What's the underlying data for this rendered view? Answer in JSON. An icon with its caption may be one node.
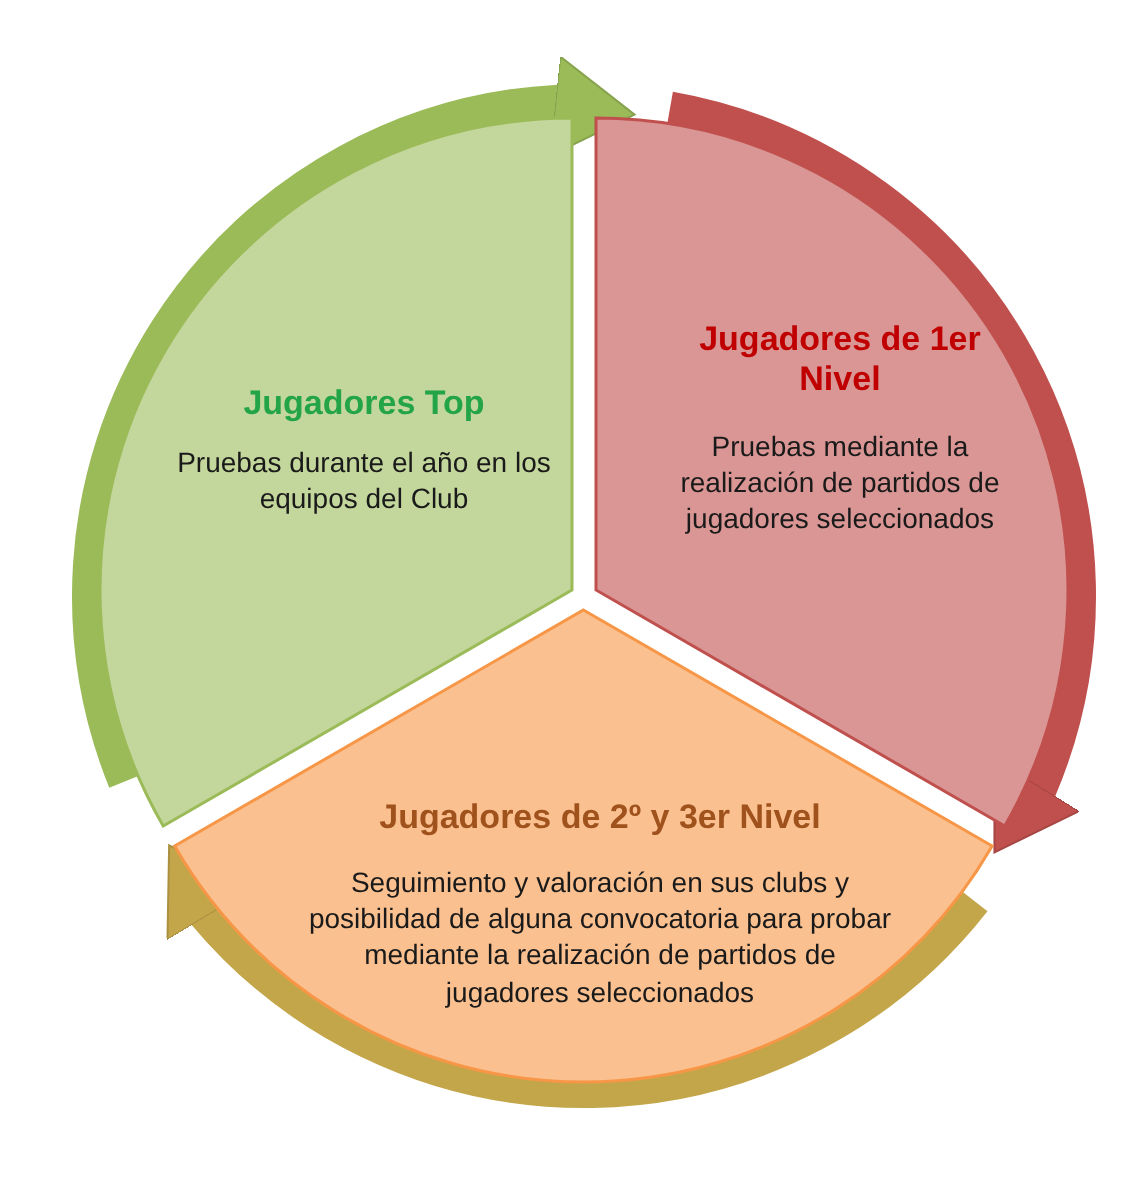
{
  "diagram": {
    "nodes": [
      {
        "text": [
          "Jugadores Top",
          "Pruebas durante el año en los equipos del Club"
        ]
      },
      {
        "text": [
          "Jugadores de 1er Nivel",
          "Pruebas mediante la realización de partidos de jugadores seleccionados"
        ]
      },
      {
        "text": [
          "Jugadores de 2º y 3er Nivel",
          "Seguimiento y valoración en sus clubs y posibilidad de alguna convocatoria para probar mediante la realización de partidos de jugadores seleccionados"
        ]
      }
    ],
    "edges": [
      {
        "from": 0,
        "to": 1,
        "arrow": "to",
        "color": "#9bbb59"
      },
      {
        "from": 1,
        "to": 2,
        "arrow": "to",
        "color": "#c0504d"
      },
      {
        "from": 2,
        "to": 0,
        "arrow": "to",
        "color": "#c4a64a"
      }
    ]
  }
}
